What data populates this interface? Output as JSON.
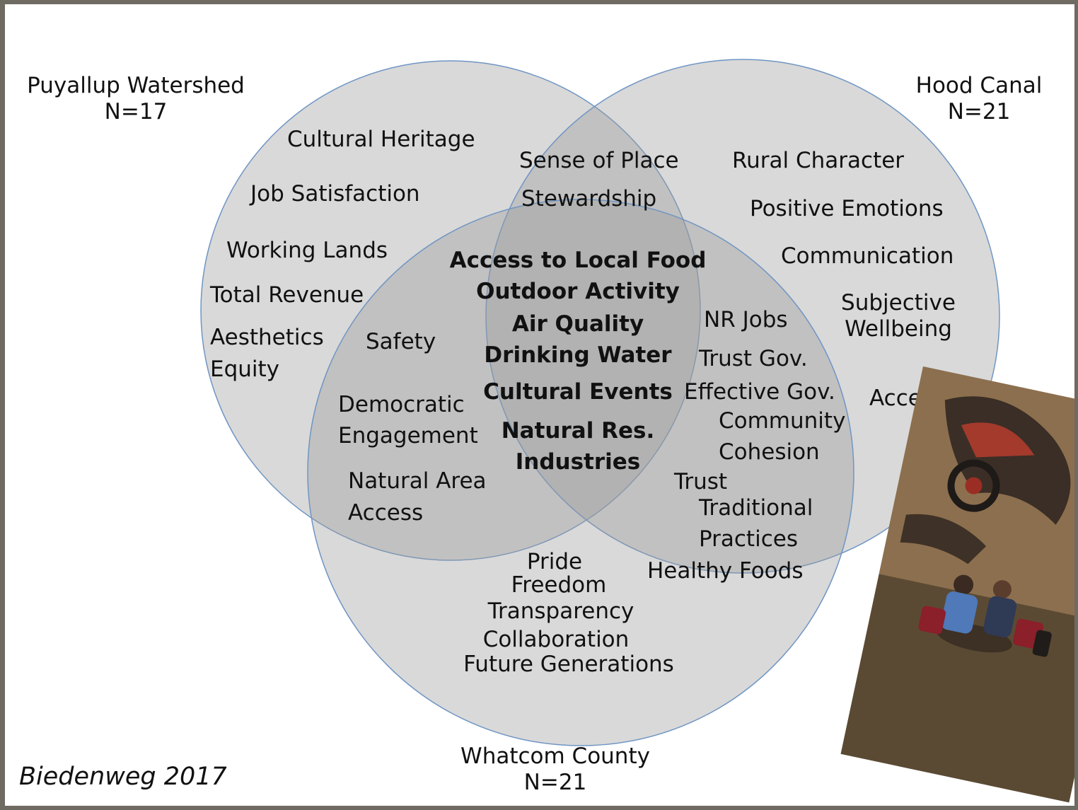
{
  "sets": {
    "puyallup": {
      "name": "Puyallup Watershed",
      "n": "N=17"
    },
    "hood": {
      "name": "Hood Canal",
      "n": "N=21"
    },
    "whatcom": {
      "name": "Whatcom County",
      "n": "N=21"
    }
  },
  "citation": "Biedenweg 2017",
  "regions": {
    "puyallup_only": [
      "Cultural Heritage",
      "Job Satisfaction",
      "Working Lands",
      "Total Revenue",
      "Aesthetics",
      "Equity"
    ],
    "hood_only": [
      "Rural Character",
      "Positive Emotions",
      "Communication",
      "Subjective",
      "Wellbeing",
      "Access"
    ],
    "puyallup_hood": [
      "Sense of Place",
      "Stewardship"
    ],
    "puyallup_whatcom": [
      "Safety",
      "Democratic",
      "Engagement",
      "Natural Area",
      "Access"
    ],
    "hood_whatcom": [
      "NR Jobs",
      "Trust Gov.",
      "Effective Gov.",
      "Community",
      "Cohesion",
      "Trust",
      "Traditional",
      "Practices",
      "Healthy Foods"
    ],
    "all_three": [
      "Access to Local Food",
      "Outdoor Activity",
      "Air Quality",
      "Drinking Water",
      "Cultural Events",
      "Natural Res.",
      "Industries"
    ],
    "whatcom_only": [
      "Pride",
      "Freedom",
      "Transparency",
      "Collaboration",
      "Future Generations"
    ]
  },
  "colors": {
    "circle_fill": "#9a9a9a",
    "circle_stroke": "#6f95c4",
    "text": "#111111"
  }
}
